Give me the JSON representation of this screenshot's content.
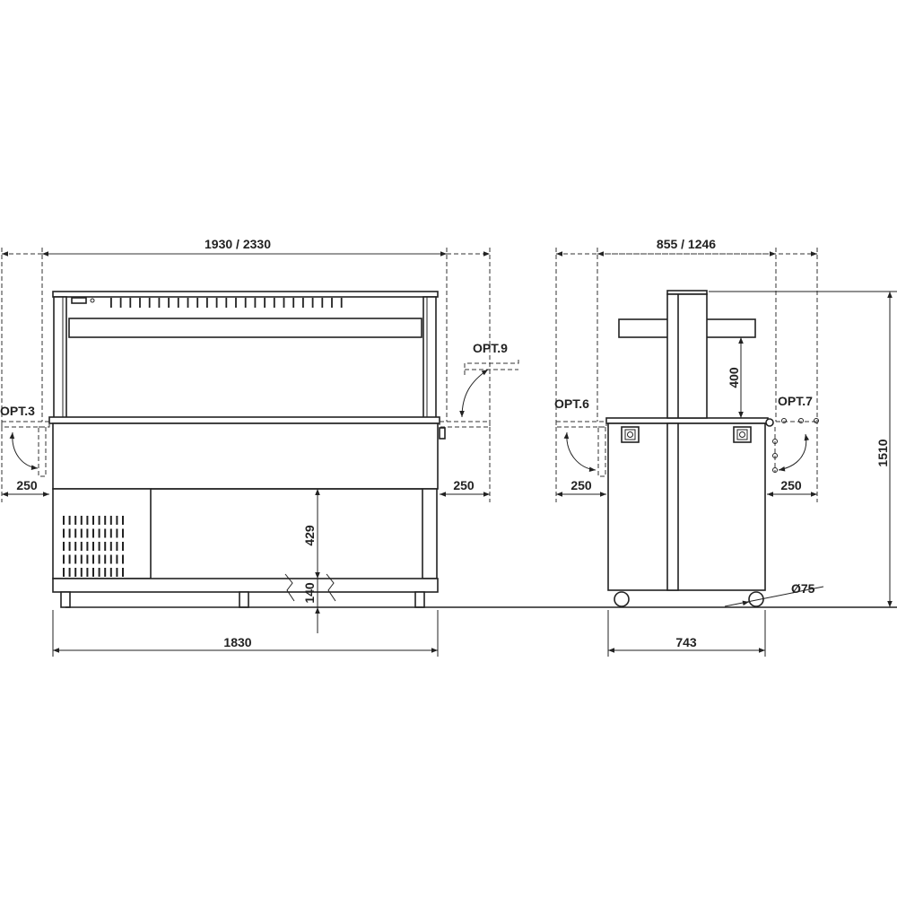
{
  "front_view": {
    "overall_width_label": "1930 / 2330",
    "base_width_label": "1830",
    "left_shelf_label": "250",
    "right_shelf_label": "250",
    "lower_height_label": "429",
    "plinth_height_label": "140",
    "option_left": "OPT.3",
    "option_right": "OPT.9"
  },
  "side_view": {
    "overall_depth_label": "855 / 1246",
    "base_depth_label": "743",
    "left_shelf_label": "250",
    "right_shelf_label": "250",
    "canopy_clearance_label": "400",
    "total_height_label": "1510",
    "wheel_diameter_label": "Ø75",
    "option_left": "OPT.6",
    "option_right": "OPT.7"
  },
  "colors": {
    "line": "#222222",
    "background": "#ffffff"
  }
}
